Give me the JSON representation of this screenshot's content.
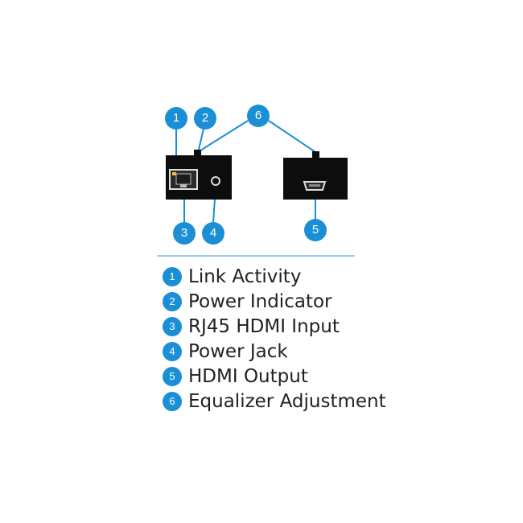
{
  "callouts": {
    "c1": "1",
    "c2": "2",
    "c3": "3",
    "c4": "4",
    "c5": "5",
    "c6": "6"
  },
  "legend": [
    {
      "number": "1",
      "label": "Link Activity"
    },
    {
      "number": "2",
      "label": "Power Indicator"
    },
    {
      "number": "3",
      "label": "RJ45 HDMI Input"
    },
    {
      "number": "4",
      "label": "Power Jack"
    },
    {
      "number": "5",
      "label": "HDMI Output"
    },
    {
      "number": "6",
      "label": "Equalizer Adjustment"
    }
  ],
  "colors": {
    "badge": "#1a8fd6",
    "device": "#0d0d0d",
    "divider": "#9fc9e8",
    "text": "#231f20"
  }
}
